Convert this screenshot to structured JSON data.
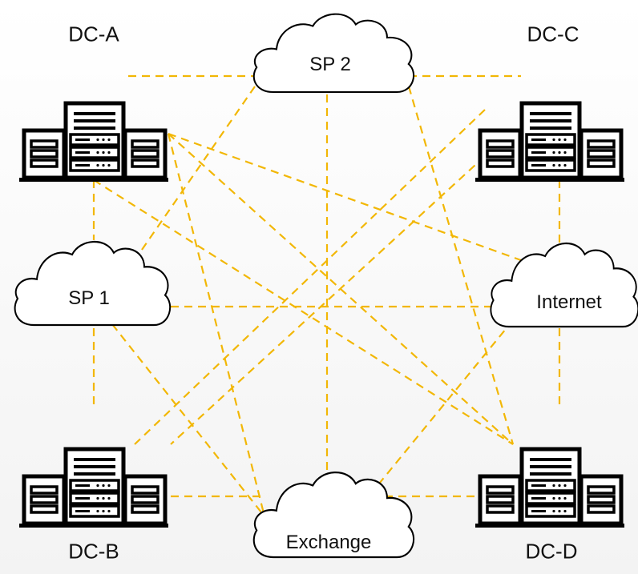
{
  "colors": {
    "link": "#f2b705",
    "stroke": "#000000",
    "fill": "#ffffff"
  },
  "nodes": {
    "dc_a": {
      "label": "DC-A",
      "icon": "server-rack-icon"
    },
    "dc_b": {
      "label": "DC-B",
      "icon": "server-rack-icon"
    },
    "dc_c": {
      "label": "DC-C",
      "icon": "server-rack-icon"
    },
    "dc_d": {
      "label": "DC-D",
      "icon": "server-rack-icon"
    },
    "sp1": {
      "label": "SP 1",
      "icon": "cloud-icon"
    },
    "sp2": {
      "label": "SP 2",
      "icon": "cloud-icon"
    },
    "internet": {
      "label": "Internet",
      "icon": "cloud-icon"
    },
    "exchange": {
      "label": "Exchange",
      "icon": "cloud-icon"
    }
  }
}
